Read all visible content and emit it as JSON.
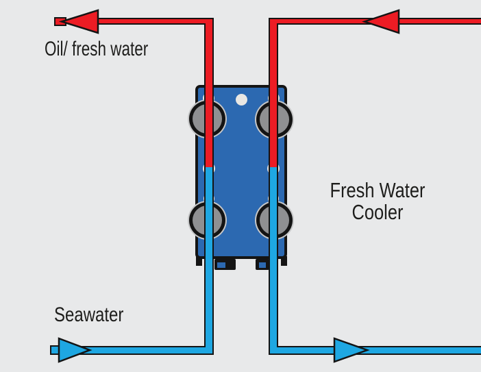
{
  "diagram": {
    "title": "Fresh Water Cooler",
    "labels": {
      "hot_line": "Oil/ fresh water",
      "cold_line": "Seawater",
      "cooler_line1": "Fresh Water",
      "cooler_line2": "Cooler"
    },
    "arrows": [
      {
        "name": "hot-outlet-arrow",
        "position": "top-left",
        "direction": "left",
        "fluid": "oil/fresh water"
      },
      {
        "name": "hot-inlet-arrow",
        "position": "top-right",
        "direction": "left",
        "fluid": "oil/fresh water"
      },
      {
        "name": "cold-inlet-arrow",
        "position": "bottom-left",
        "direction": "right",
        "fluid": "seawater"
      },
      {
        "name": "cold-outlet-arrow",
        "position": "bottom-right",
        "direction": "right",
        "fluid": "seawater"
      }
    ],
    "colors": {
      "hot": "#ec1c24",
      "cold": "#1ea7e2",
      "background": "#e8e9ea",
      "body": "#2c69b1",
      "outline": "#141414",
      "port_ring": "#c6c7c8",
      "port_face": "#8f9092",
      "bolt": "#e9e7e3",
      "text": "#1d1d1b"
    }
  }
}
